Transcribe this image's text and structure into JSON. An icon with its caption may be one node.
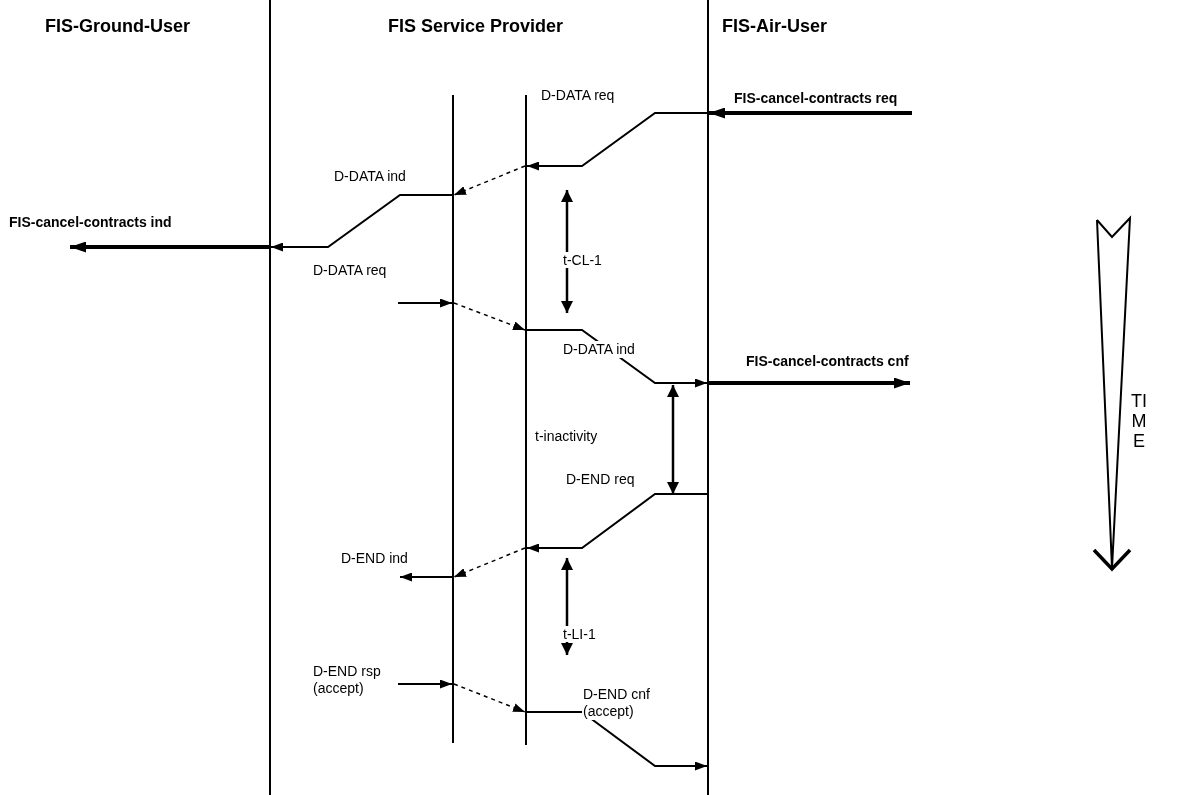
{
  "diagram": {
    "nodes": [
      {
        "text": [
          "FIS-Ground-User"
        ]
      },
      {
        "text": [
          "FIS Service Provider"
        ]
      },
      {
        "text": [
          "FIS-Air-User"
        ]
      },
      {
        "text": [],
        "shape": "bar"
      },
      {
        "text": [],
        "shape": "bar"
      },
      {
        "text": [],
        "shape": "bar"
      },
      {
        "text": [],
        "shape": "bar"
      }
    ],
    "edges": [
      {
        "from": null,
        "to": 6,
        "arrow": "to",
        "label": "FIS-cancel-contracts req",
        "style": "thick"
      },
      {
        "from": 6,
        "to": 5,
        "arrow": "to",
        "label": "D-DATA req"
      },
      {
        "from": 5,
        "to": 4,
        "arrow": "to",
        "style": "dashed"
      },
      {
        "from": 4,
        "to": 3,
        "arrow": "to",
        "label": "D-DATA ind"
      },
      {
        "from": 3,
        "to": null,
        "arrow": "to",
        "label": "FIS-cancel-contracts ind",
        "style": "thick"
      },
      {
        "from": null,
        "to": 4,
        "arrow": "to",
        "label": "D-DATA req"
      },
      {
        "from": 4,
        "to": 5,
        "arrow": "to",
        "style": "dashed"
      },
      {
        "from": 5,
        "to": 6,
        "arrow": "to",
        "label": "D-DATA ind"
      },
      {
        "from": 6,
        "to": null,
        "arrow": "to",
        "label": "FIS-cancel-contracts cnf",
        "style": "thick"
      },
      {
        "from": 6,
        "to": 5,
        "arrow": "to",
        "label": "D-END req"
      },
      {
        "from": 5,
        "to": 4,
        "arrow": "to",
        "style": "dashed"
      },
      {
        "from": 4,
        "to": null,
        "arrow": "to",
        "label": "D-END ind"
      },
      {
        "from": null,
        "to": 4,
        "arrow": "to",
        "label": "D-END rsp (accept)"
      },
      {
        "from": 4,
        "to": 5,
        "arrow": "to",
        "style": "dashed"
      },
      {
        "from": 5,
        "to": 6,
        "arrow": "to",
        "label": "D-END cnf (accept)"
      }
    ],
    "labels": [
      "t-CL-1",
      "TIME",
      "t-inactivity",
      "t-LI-1"
    ]
  }
}
